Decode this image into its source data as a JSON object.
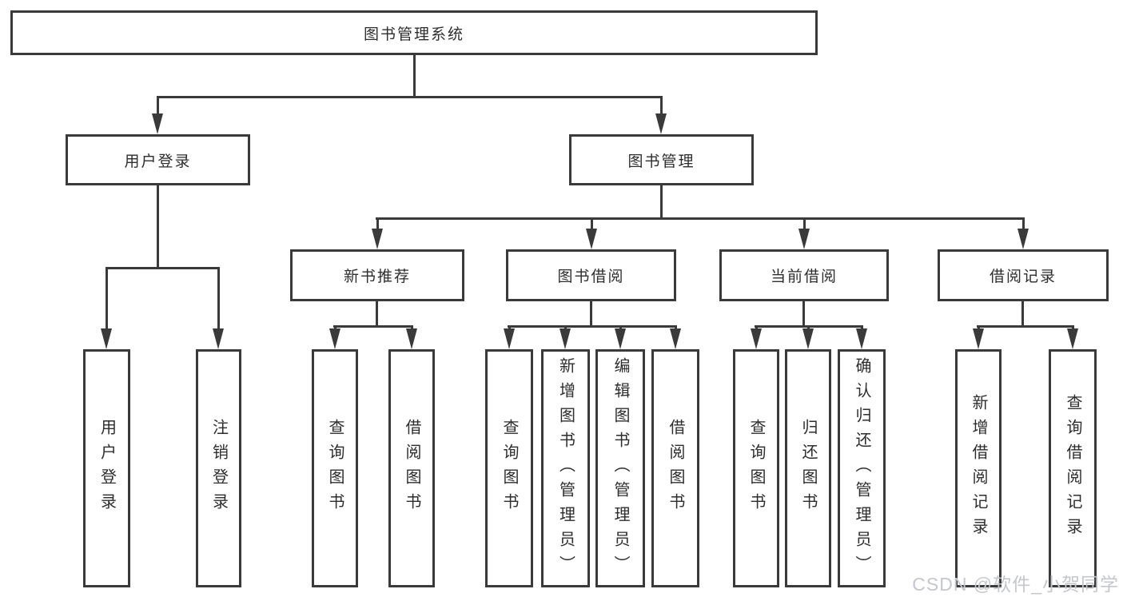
{
  "diagram": {
    "title": "图书管理系统",
    "branches": [
      {
        "label": "用户登录",
        "children": [
          "用户登录",
          "注销登录"
        ]
      },
      {
        "label": "图书管理",
        "groups": [
          {
            "label": "新书推荐",
            "children": [
              "查询图书",
              "借阅图书"
            ]
          },
          {
            "label": "图书借阅",
            "children": [
              "查询图书",
              "新增图书（管理员）",
              "编辑图书（管理员）",
              "借阅图书"
            ]
          },
          {
            "label": "当前借阅",
            "children": [
              "查询图书",
              "归还图书",
              "确认归还（管理员）"
            ]
          },
          {
            "label": "借阅记录",
            "children": [
              "新增借阅记录",
              "查询借阅记录"
            ]
          }
        ]
      }
    ]
  },
  "watermark": {
    "text": "CSDN @软件_小贺同学"
  },
  "colors": {
    "line": "#3a3a3a",
    "text": "#2d2d2d",
    "watermark": "#c4c7cd",
    "background": "#ffffff"
  }
}
